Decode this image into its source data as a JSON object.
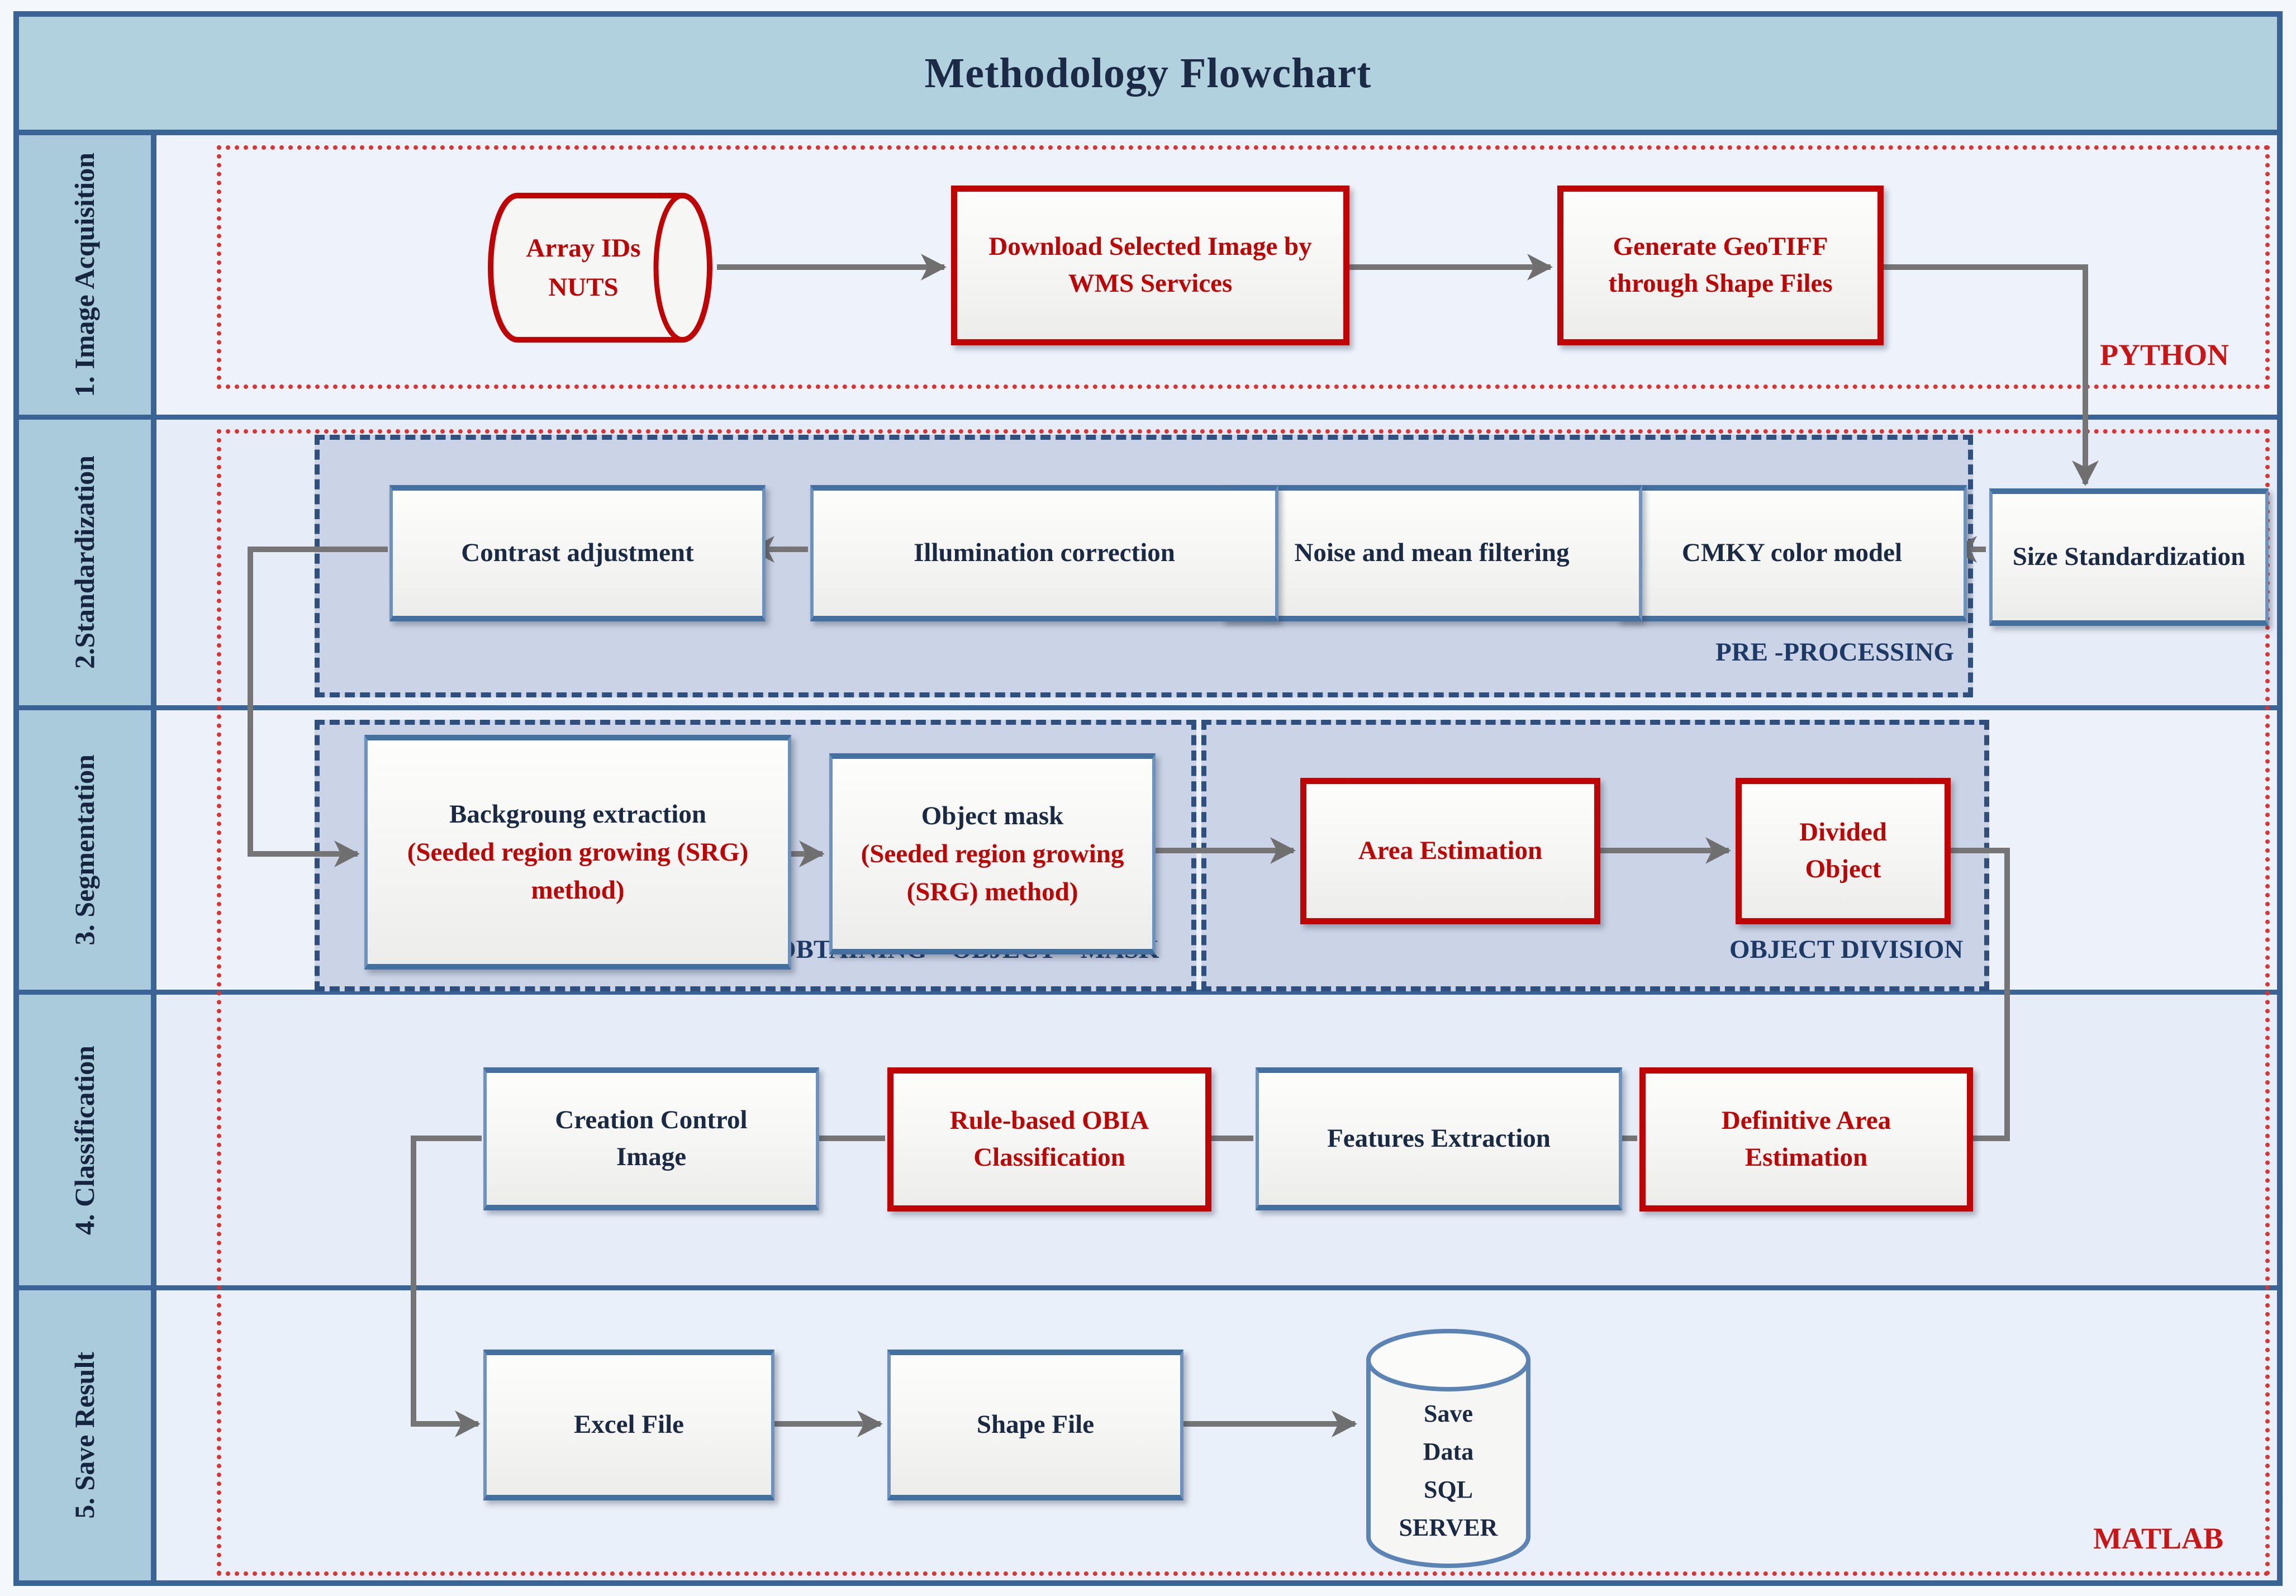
{
  "title": "Methodology Flowchart",
  "stages": [
    {
      "label": "1. Image Acquisition"
    },
    {
      "label": "2.Standardization"
    },
    {
      "label": "3. Segmentation"
    },
    {
      "label": "4. Classification"
    },
    {
      "label": "5. Save Result"
    }
  ],
  "regions": {
    "python": "PYTHON",
    "matlab": "MATLAB",
    "preprocessing": "PRE -PROCESSING",
    "obtaining_object_mask": "OBTAINING OBJECT MASK",
    "object_division": "OBJECT DIVISION"
  },
  "nodes": {
    "array_ids": {
      "line1": "Array IDs",
      "line2": "NUTS"
    },
    "download_wms": "Download Selected Image by WMS Services",
    "generate_geotiff": "Generate GeoTIFF through Shape Files",
    "size_standardization": "Size Standardization",
    "cmky_color_model": "CMKY color model",
    "noise_mean_filtering": "Noise and mean filtering",
    "illumination_correction": "Illumination correction",
    "contrast_adjustment": "Contrast adjustment",
    "background_extraction": {
      "title": "Backgroung extraction",
      "subtitle": "(Seeded region growing (SRG) method)"
    },
    "object_mask": {
      "title": "Object mask",
      "subtitle": "(Seeded region growing (SRG) method)"
    },
    "area_estimation": "Area Estimation",
    "divided_object": "Divided Object",
    "definitive_area_estimation": "Definitive Area Estimation",
    "features_extraction": "Features Extraction",
    "rule_based_obia": "Rule-based OBIA Classification",
    "creation_control_image": "Creation Control Image",
    "excel_file": "Excel File",
    "shape_file": "Shape File",
    "sql_server": {
      "line1": "Save",
      "line2": "Data",
      "line3": "SQL",
      "line4": "SERVER"
    }
  },
  "colors": {
    "accent_red": "#c00404",
    "frame_blue": "#3a6496",
    "band_blue": "#b2d1de",
    "panel_lavender": "#cbd4e6",
    "dotted_red": "#da3535",
    "arrow_gray": "#757575"
  }
}
